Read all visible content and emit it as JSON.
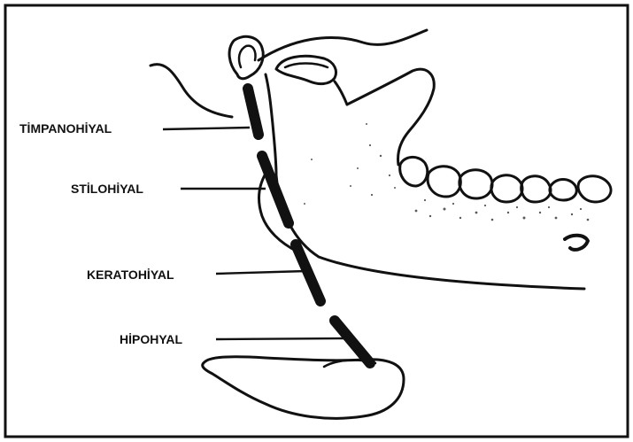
{
  "labels": {
    "timpanohiyal": "TİMPANOHİYAL",
    "stilohiyal": "STİLOHİYAL",
    "keratohiyal": "KERATOHİYAL",
    "hipohyal": "HİPOHYAL"
  },
  "colors": {
    "ink": "#111111",
    "background": "#ffffff",
    "frame": "#111111"
  }
}
